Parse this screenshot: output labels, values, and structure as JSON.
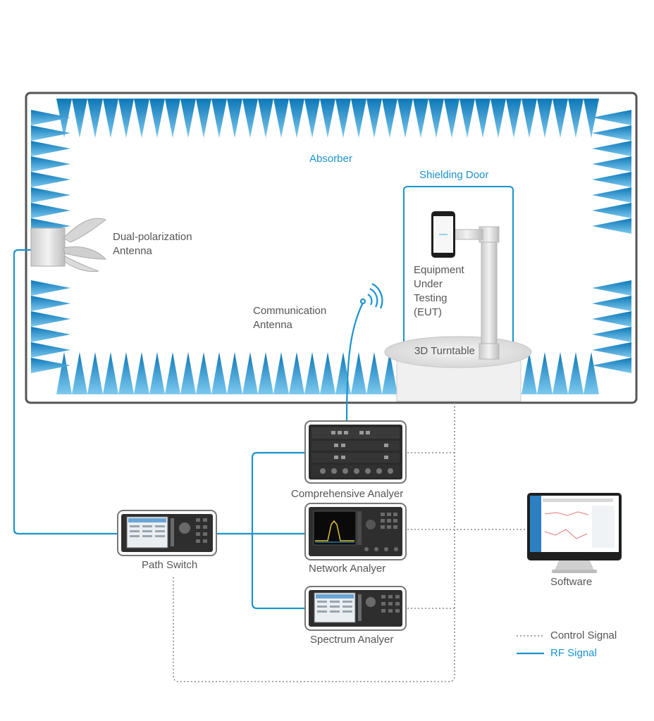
{
  "colors": {
    "rf_signal": "#1a93cf",
    "absorber": "#1a93cf",
    "chamber_border": "#555555",
    "control_signal": "#888888",
    "label_gray": "#555555"
  },
  "labels": {
    "absorber": "Absorber",
    "shielding_door": "Shielding Door",
    "dual_antenna": "Dual-polarization\nAntenna",
    "comm_antenna": "Communication\nAntenna",
    "eut": "Equipment\nUnder\nTesting\n(EUT)",
    "turntable": "3D Turntable",
    "comprehensive": "Comprehensive Analyer",
    "network": "Network Analyer",
    "spectrum": "Spectrum Analyer",
    "path_switch": "Path Switch",
    "software": "Software"
  },
  "legend": {
    "control": "Control Signal",
    "rf": "RF Signal"
  },
  "icons": {
    "antenna": "dual-polarization-horn-icon",
    "wifi": "wireless-signal-icon",
    "phone": "smartphone-icon",
    "monitor": "computer-monitor-icon"
  }
}
